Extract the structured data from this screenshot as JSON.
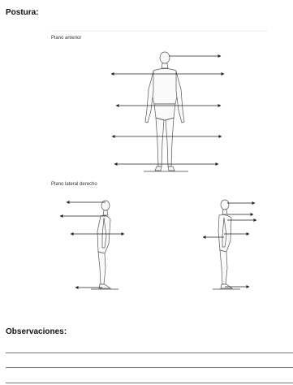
{
  "section_title": "Postura:",
  "panels": {
    "anterior_label": "Plano anterior",
    "lateral_label": "Plano lateral derecho"
  },
  "observations_title": "Observaciones:"
}
